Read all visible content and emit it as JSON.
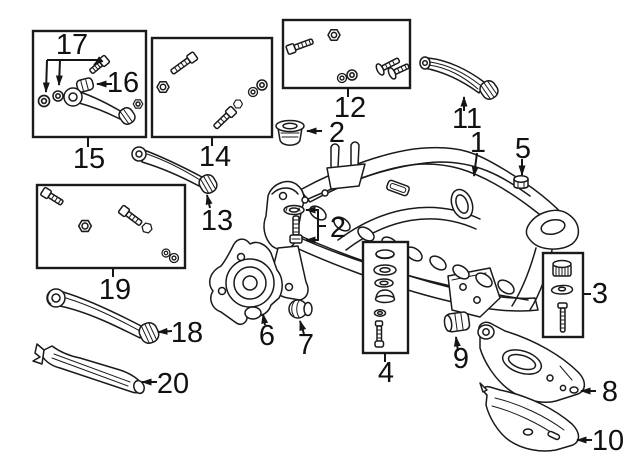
{
  "diagram": {
    "background_color": "#ffffff",
    "line_color": "#1a1a1a",
    "callouts": {
      "c1": "1",
      "c2a": "2",
      "c2b": "2",
      "c3": "3",
      "c4": "4",
      "c5": "5",
      "c6": "6",
      "c7": "7",
      "c8": "8",
      "c9": "9",
      "c10": "10",
      "c11": "11",
      "c12": "12",
      "c13": "13",
      "c14": "14",
      "c15": "15",
      "c16": "16",
      "c17": "17",
      "c18": "18",
      "c19": "19",
      "c20": "20"
    }
  }
}
